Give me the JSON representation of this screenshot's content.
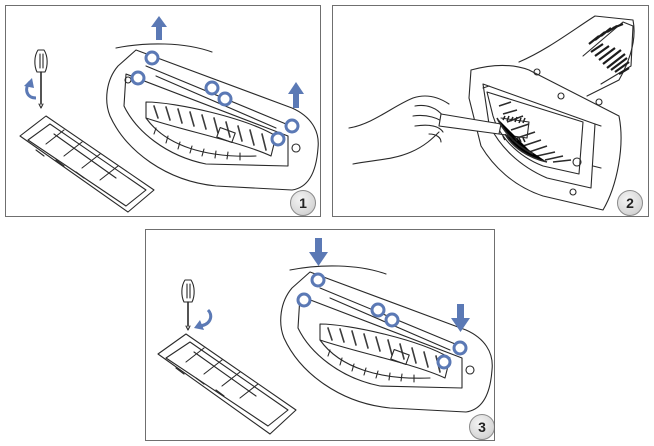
{
  "steps": [
    {
      "number": "1",
      "action": "remove-screws"
    },
    {
      "number": "2",
      "action": "clean-brush"
    },
    {
      "number": "3",
      "action": "replace-screws"
    }
  ],
  "colors": {
    "screw_ring": "#5b79b5",
    "arrow": "#5b79b5",
    "line": "#2a2a2a",
    "panel_border": "#6f6f6f"
  },
  "icons": [
    "screwdriver-icon",
    "rotate-arrow-icon",
    "up-arrow-icon",
    "down-arrow-icon",
    "hand-icon",
    "brush-icon"
  ]
}
